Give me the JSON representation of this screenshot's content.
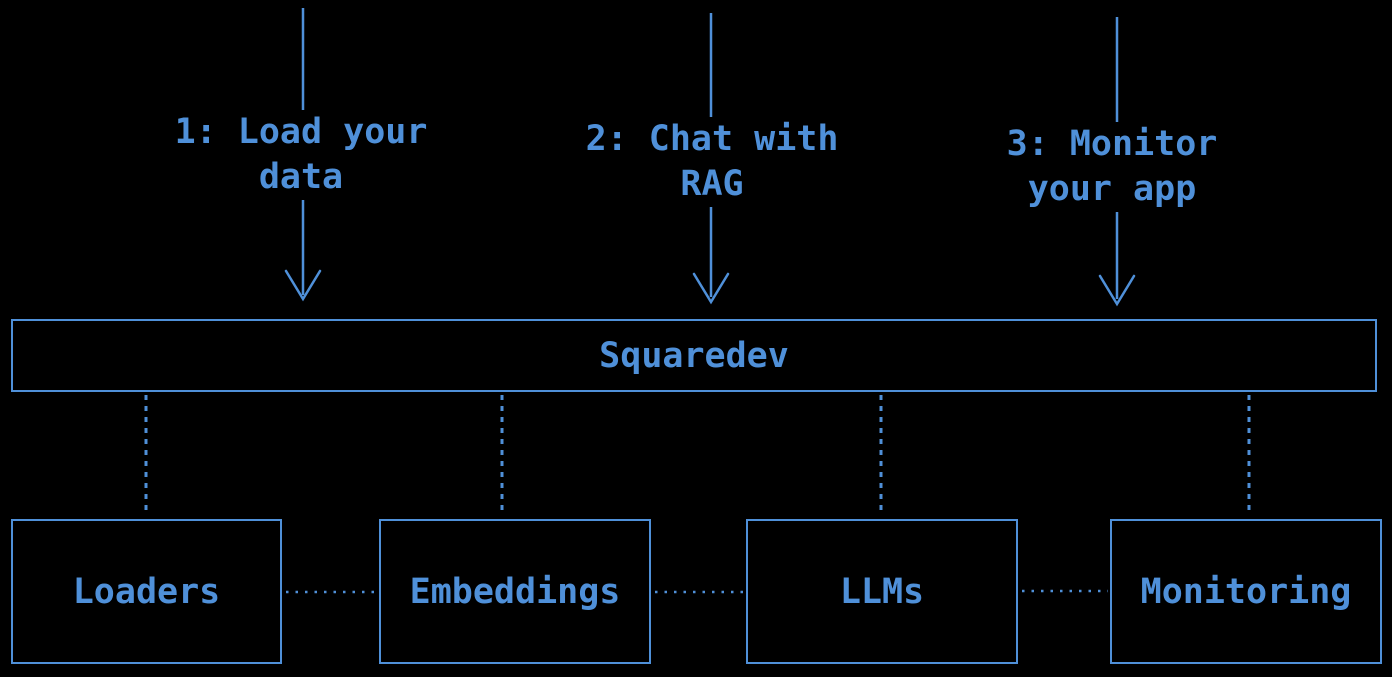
{
  "colors": {
    "accent": "#4f90d9",
    "background": "#000000"
  },
  "steps": [
    {
      "lines": [
        "1: Load your",
        "data"
      ]
    },
    {
      "lines": [
        "2: Chat with",
        "RAG"
      ]
    },
    {
      "lines": [
        "3: Monitor",
        "your app"
      ]
    }
  ],
  "hub": {
    "label": "Squaredev"
  },
  "modules": [
    {
      "label": "Loaders"
    },
    {
      "label": "Embeddings"
    },
    {
      "label": "LLMs"
    },
    {
      "label": "Monitoring"
    }
  ]
}
